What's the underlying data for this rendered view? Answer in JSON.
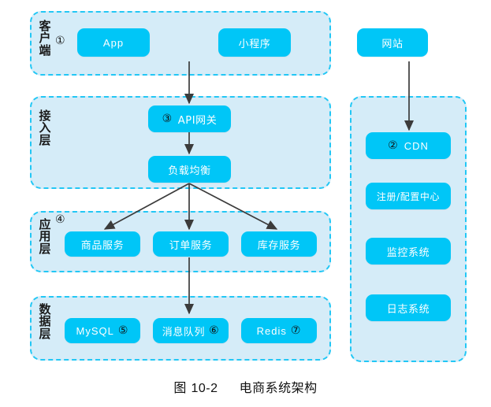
{
  "figure": {
    "caption_label": "图",
    "caption_number": "10-2",
    "caption_title": "电商系统架构"
  },
  "colors": {
    "node_fill": "#00c6f7",
    "panel_fill": "#d5ecf8",
    "panel_border": "#22c7f5",
    "arrow": "#3b3b3b",
    "node_text": "#ffffff",
    "label_text": "#1a1a1a"
  },
  "layers": [
    {
      "id": "client",
      "title": "客\n户\n端",
      "marker": "①",
      "nodes": [
        {
          "id": "app",
          "label": "App"
        },
        {
          "id": "miniprogram",
          "label": "小程序"
        },
        {
          "id": "website",
          "label": "网站"
        }
      ]
    },
    {
      "id": "access",
      "title": "接\n入\n层",
      "marker": "",
      "nodes": [
        {
          "id": "api-gateway",
          "marker": "③",
          "label": "API网关"
        },
        {
          "id": "load-balancer",
          "label": "负载均衡"
        }
      ]
    },
    {
      "id": "application",
      "title": "应\n用\n层",
      "marker": "④",
      "nodes": [
        {
          "id": "product-service",
          "label": "商品服务"
        },
        {
          "id": "order-service",
          "label": "订单服务"
        },
        {
          "id": "inventory-service",
          "label": "库存服务"
        }
      ]
    },
    {
      "id": "data",
      "title": "数\n据\n层",
      "marker": "",
      "nodes": [
        {
          "id": "mysql",
          "label": "MySQL",
          "marker": "⑤"
        },
        {
          "id": "message-queue",
          "label": "消息队列",
          "marker": "⑥"
        },
        {
          "id": "redis",
          "label": "Redis",
          "marker": "⑦"
        }
      ]
    },
    {
      "id": "infrastructure",
      "title": "",
      "marker": "",
      "nodes": [
        {
          "id": "cdn",
          "marker": "②",
          "label": "CDN"
        },
        {
          "id": "registry-config-center",
          "label": "注册/配置中心"
        },
        {
          "id": "monitoring-system",
          "label": "监控系统"
        },
        {
          "id": "logging-system",
          "label": "日志系统"
        }
      ]
    }
  ],
  "connections": [
    {
      "from": "client",
      "to": "api-gateway"
    },
    {
      "from": "api-gateway",
      "to": "load-balancer"
    },
    {
      "from": "load-balancer",
      "to": "product-service"
    },
    {
      "from": "load-balancer",
      "to": "order-service"
    },
    {
      "from": "load-balancer",
      "to": "inventory-service"
    },
    {
      "from": "order-service",
      "to": "data"
    },
    {
      "from": "website",
      "to": "cdn"
    }
  ]
}
